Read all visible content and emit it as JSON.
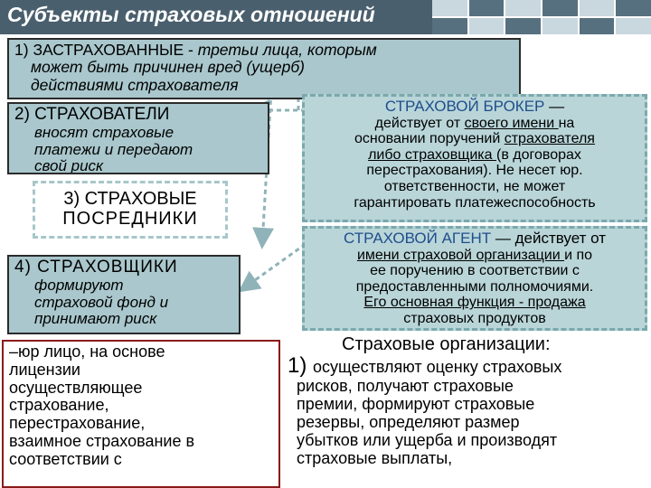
{
  "title": "Субъекты страховых отношений",
  "box1": {
    "number": "1) ",
    "term": "ЗАСТРАХОВАННЫЕ",
    "dash": " - ",
    "text1": "третьи лица, которым",
    "text2": "может быть причинен вред (ущерб)",
    "text3": "действиями страхователя"
  },
  "box2": {
    "heading": "2) СТРАХОВАТЕЛИ",
    "text1": "вносят страховые",
    "text2": "платежи и передают",
    "text3": "свой риск"
  },
  "box3": {
    "line1": "3) СТРАХОВЫЕ",
    "line2": "ПОСРЕДНИКИ"
  },
  "box4": {
    "heading": "4) СТРАХОВЩИКИ",
    "text1": "формируют",
    "text2": "страховой фонд и",
    "text3": "принимают риск"
  },
  "broker": {
    "term": "СТРАХОВОЙ БРОКЕР",
    "dash": " —",
    "l2a": "действует от ",
    "l2b": "своего имени ",
    "l2c": "на",
    "l3a": "основании поручений ",
    "l3b": "страхователя",
    "l4a": "либо страховщика ",
    "l4b": "(в договорах",
    "l5": "перестрахования). Не несет юр.",
    "l6": "ответственности, не может",
    "l7": "гарантировать платежеспособность"
  },
  "agent": {
    "term": "СТРАХОВОЙ АГЕНТ",
    "dash": " — действует от",
    "l2a": "имени страховой организации ",
    "l2b": "и по",
    "l3": "ее поручению в соответствии с",
    "l4": "предоставленными полномочиями.",
    "l5": "Его основная функция - продажа",
    "l6": "страховых продуктов"
  },
  "definition": {
    "l1": "–юр лицо, на основе",
    "l2": "лицензии",
    "l3": "осуществляющее",
    "l4": "страхование,",
    "l5": "перестрахование,",
    "l6": "взаимное страхование в",
    "l7": "соответствии с"
  },
  "orgs": {
    "heading": "Страховые организации:",
    "num": "1) ",
    "l1": "осуществляют оценку страховых",
    "l2": "рисков, получают страховые",
    "l3": "премии, формируют страховые",
    "l4": "резервы, определяют размер",
    "l5": "убытков или ущерба и производят",
    "l6": "страховые выплаты,"
  },
  "colors": {
    "title_bg": "#4a5f6e",
    "box_fill": "#a9c7cc",
    "broker_text": "#1f4e8c",
    "arrow": "#8fb3b8"
  }
}
